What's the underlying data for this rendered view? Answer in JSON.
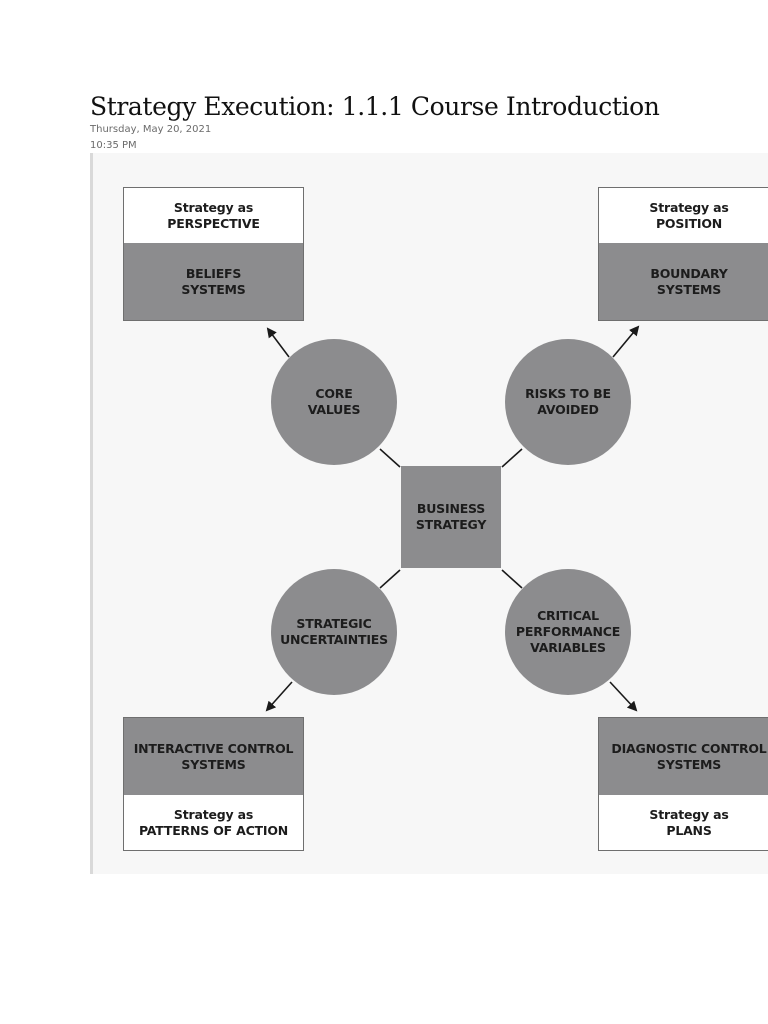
{
  "page": {
    "title": "Strategy Execution: 1.1.1 Course Introduction",
    "date": "Thursday, May 20, 2021",
    "time": "10:35 PM"
  },
  "diagram": {
    "center": {
      "line1": "BUSINESS",
      "line2": "STRATEGY"
    },
    "circles": {
      "core_values": {
        "line1": "CORE",
        "line2": "VALUES"
      },
      "risks": {
        "line1": "RISKS TO BE",
        "line2": "AVOIDED"
      },
      "uncertainties": {
        "line1": "STRATEGIC",
        "line2": "UNCERTAINTIES"
      },
      "performance": {
        "line1": "CRITICAL",
        "line2": "PERFORMANCE",
        "line3": "VARIABLES"
      }
    },
    "boxes": {
      "perspective": {
        "heading_line1": "Strategy as",
        "heading_line2": "PERSPECTIVE",
        "system_line1": "BELIEFS",
        "system_line2": "SYSTEMS"
      },
      "position": {
        "heading_line1": "Strategy as",
        "heading_line2": "POSITION",
        "system_line1": "BOUNDARY",
        "system_line2": "SYSTEMS"
      },
      "patterns": {
        "system_line1": "INTERACTIVE CONTROL",
        "system_line2": "SYSTEMS",
        "heading_line1": "Strategy as",
        "heading_line2": "PATTERNS OF ACTION"
      },
      "plans": {
        "system_line1": "DIAGNOSTIC CONTROL",
        "system_line2": "SYSTEMS",
        "heading_line1": "Strategy as",
        "heading_line2": "PLANS"
      }
    },
    "colors": {
      "shape_fill": "#8c8c8e",
      "box_border": "#6f6f6f",
      "text": "#1c1c1c",
      "background": "#f7f7f7"
    }
  }
}
